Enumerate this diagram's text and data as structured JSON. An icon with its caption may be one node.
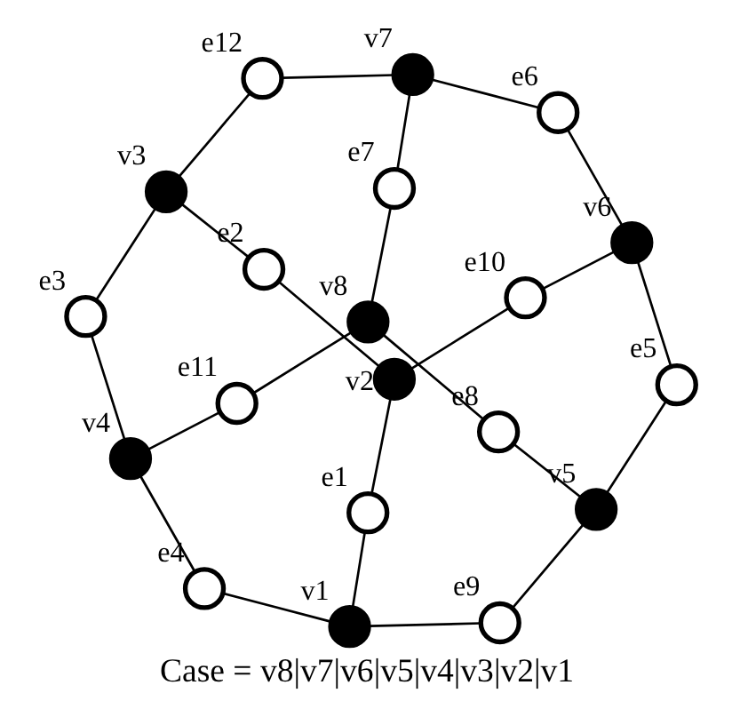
{
  "diagram": {
    "caption": "Case = v8|v7|v6|v5|v4|v3|v2|v1",
    "nodes": [
      {
        "text": [],
        "shape": "circle",
        "beside": [
          "v1"
        ]
      },
      {
        "text": [],
        "shape": "circle",
        "beside": [
          "v2"
        ]
      },
      {
        "text": [],
        "shape": "circle",
        "beside": [
          "v3"
        ]
      },
      {
        "text": [],
        "shape": "circle",
        "beside": [
          "v4"
        ]
      },
      {
        "text": [],
        "shape": "circle",
        "beside": [
          "v5"
        ]
      },
      {
        "text": [],
        "shape": "circle",
        "beside": [
          "v6"
        ]
      },
      {
        "text": [],
        "shape": "circle",
        "beside": [
          "v7"
        ]
      },
      {
        "text": [],
        "shape": "circle",
        "beside": [
          "v8"
        ]
      },
      {
        "text": [],
        "shape": "circle",
        "beside": [
          "e1"
        ]
      },
      {
        "text": [],
        "shape": "circle",
        "beside": [
          "e2"
        ]
      },
      {
        "text": [],
        "shape": "circle",
        "beside": [
          "e3"
        ]
      },
      {
        "text": [],
        "shape": "circle",
        "beside": [
          "e4"
        ]
      },
      {
        "text": [],
        "shape": "circle",
        "beside": [
          "e5"
        ]
      },
      {
        "text": [],
        "shape": "circle",
        "beside": [
          "e6"
        ]
      },
      {
        "text": [],
        "shape": "circle",
        "beside": [
          "e7"
        ]
      },
      {
        "text": [],
        "shape": "circle",
        "beside": [
          "e8"
        ]
      },
      {
        "text": [],
        "shape": "circle",
        "beside": [
          "e9"
        ]
      },
      {
        "text": [],
        "shape": "circle",
        "beside": [
          "e10"
        ]
      },
      {
        "text": [],
        "shape": "circle",
        "beside": [
          "e11"
        ]
      },
      {
        "text": [],
        "shape": "circle",
        "beside": [
          "e12"
        ]
      }
    ],
    "edges": [
      {
        "from": 0,
        "to": 8,
        "arrow": "none"
      },
      {
        "from": 8,
        "to": 1,
        "arrow": "none"
      },
      {
        "from": 1,
        "to": 9,
        "arrow": "none"
      },
      {
        "from": 9,
        "to": 2,
        "arrow": "none"
      },
      {
        "from": 3,
        "to": 10,
        "arrow": "none"
      },
      {
        "from": 10,
        "to": 2,
        "arrow": "none"
      },
      {
        "from": 0,
        "to": 11,
        "arrow": "none"
      },
      {
        "from": 11,
        "to": 3,
        "arrow": "none"
      },
      {
        "from": 4,
        "to": 12,
        "arrow": "none"
      },
      {
        "from": 12,
        "to": 5,
        "arrow": "none"
      },
      {
        "from": 5,
        "to": 13,
        "arrow": "none"
      },
      {
        "from": 13,
        "to": 6,
        "arrow": "none"
      },
      {
        "from": 7,
        "to": 14,
        "arrow": "none"
      },
      {
        "from": 14,
        "to": 6,
        "arrow": "none"
      },
      {
        "from": 4,
        "to": 15,
        "arrow": "none"
      },
      {
        "from": 15,
        "to": 7,
        "arrow": "none"
      },
      {
        "from": 0,
        "to": 16,
        "arrow": "none"
      },
      {
        "from": 16,
        "to": 4,
        "arrow": "none"
      },
      {
        "from": 1,
        "to": 17,
        "arrow": "none"
      },
      {
        "from": 17,
        "to": 5,
        "arrow": "none"
      },
      {
        "from": 3,
        "to": 18,
        "arrow": "none"
      },
      {
        "from": 18,
        "to": 7,
        "arrow": "none"
      },
      {
        "from": 2,
        "to": 19,
        "arrow": "none"
      },
      {
        "from": 19,
        "to": 6,
        "arrow": "none"
      }
    ]
  }
}
